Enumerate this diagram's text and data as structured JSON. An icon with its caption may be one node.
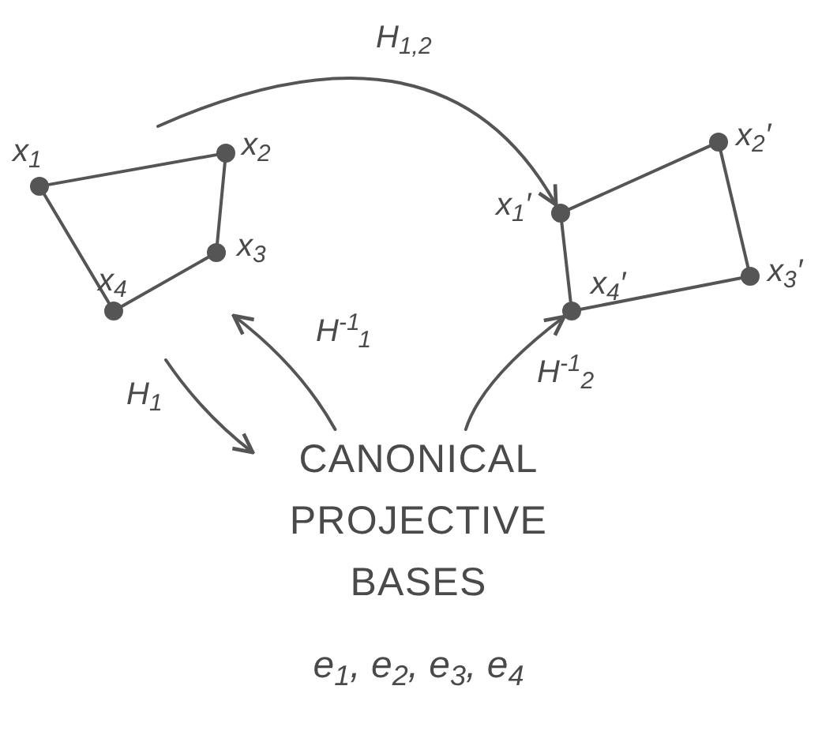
{
  "diagram": {
    "nodes": [
      {
        "text": [],
        "shape": "circle",
        "beside": [
          "x$_{1}$"
        ]
      },
      {
        "text": [],
        "shape": "circle",
        "beside": [
          "x$_{2}$"
        ]
      },
      {
        "text": [],
        "shape": "circle",
        "beside": [
          "x$_{3}$"
        ]
      },
      {
        "text": [],
        "shape": "circle",
        "beside": [
          "x$_{4}$"
        ]
      },
      {
        "text": [],
        "shape": "circle",
        "beside": [
          "x$_{1}$′"
        ]
      },
      {
        "text": [],
        "shape": "circle",
        "beside": [
          "x$_{2}$′"
        ]
      },
      {
        "text": [],
        "shape": "circle",
        "beside": [
          "x$_{3}$′"
        ]
      },
      {
        "text": [],
        "shape": "circle",
        "beside": [
          "x$_{4}$′"
        ]
      },
      {
        "text": [
          "CANONICAL PROJECTIVE BASES",
          "e$_{1}$, e$_{2}$, e$_{3}$, e$_{4}$"
        ]
      }
    ],
    "edges": [
      {
        "from": 0,
        "to": 1,
        "arrow": "none"
      },
      {
        "from": 1,
        "to": 2,
        "arrow": "none"
      },
      {
        "from": 2,
        "to": 3,
        "arrow": "none"
      },
      {
        "from": 3,
        "to": 0,
        "arrow": "none"
      },
      {
        "from": 4,
        "to": 5,
        "arrow": "none"
      },
      {
        "from": 5,
        "to": 6,
        "arrow": "none"
      },
      {
        "from": 6,
        "to": 7,
        "arrow": "none"
      },
      {
        "from": 7,
        "to": 4,
        "arrow": "none"
      },
      {
        "from": null,
        "to": 4,
        "arrow": "to",
        "label": "H$_{1,2}$"
      },
      {
        "from": null,
        "to": 8,
        "arrow": "to",
        "label": "H$_{1}$"
      },
      {
        "from": 8,
        "to": null,
        "arrow": "to",
        "label": "H$^{-1}$$_{1}$"
      },
      {
        "from": 8,
        "to": 7,
        "arrow": "to",
        "label": "H$^{-1}$$_{2}$"
      }
    ]
  }
}
